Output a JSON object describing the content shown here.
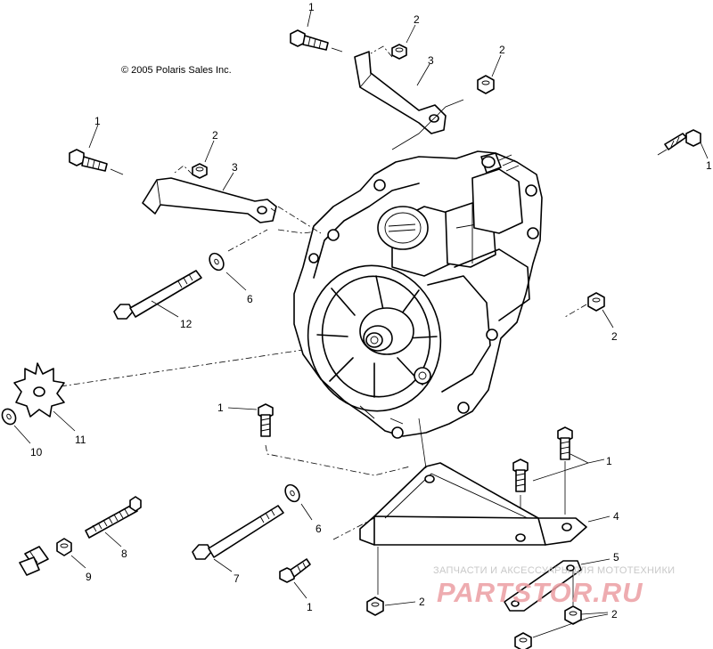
{
  "copyright": "© 2005 Polaris Sales Inc.",
  "callouts": {
    "c1_top": "1",
    "c2_top": "2",
    "c3_top": "3",
    "c2_topright": "2",
    "c1_left": "1",
    "c2_left": "2",
    "c3_left": "3",
    "c1_right": "1",
    "c6_upper": "6",
    "c12": "12",
    "c2_right": "2",
    "c10": "10",
    "c11": "11",
    "c1_mid": "1",
    "c1_pair": "1",
    "c4": "4",
    "c6_lower": "6",
    "c8": "8",
    "c7": "7",
    "c9": "9",
    "c5": "5",
    "c1_bottom": "1",
    "c2_bottom": "2",
    "c2_bottomright": "2"
  },
  "watermark": {
    "tagline": "ЗАПЧАСТИ И АКСЕССУАРЫ ДЛЯ МОТОТЕХНИКИ",
    "brand": "PARTSTOR.RU"
  }
}
